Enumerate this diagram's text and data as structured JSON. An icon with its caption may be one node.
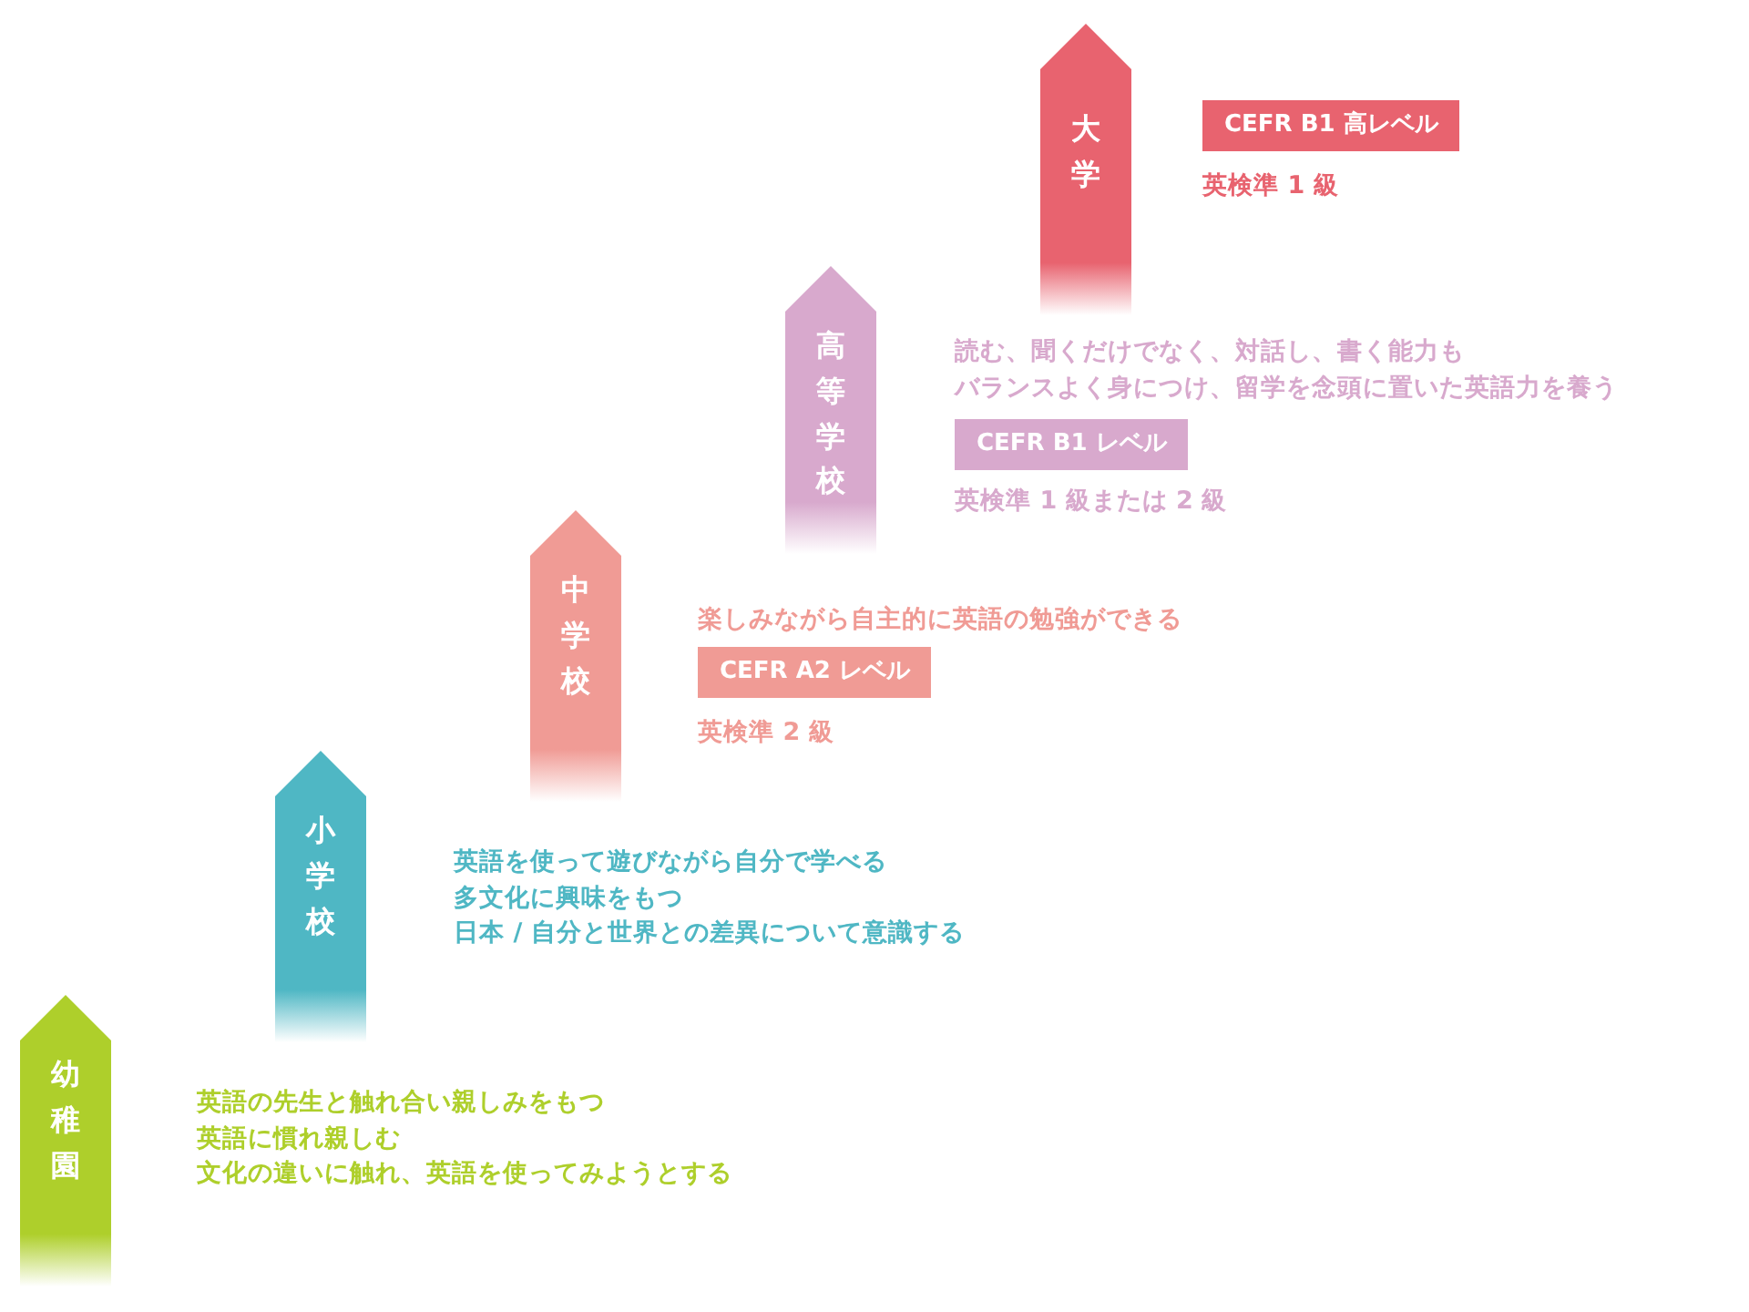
{
  "diagram": {
    "nodes": [
      {
        "text": [
          "大学"
        ]
      },
      {
        "text": [
          "CEFR B1 高レベル"
        ],
        "beside": [
          "英検準 1 級"
        ]
      },
      {
        "text": [
          "高等学校"
        ]
      },
      {
        "text": [
          "CEFR B1 レベル"
        ],
        "beside": [
          "英検準 1 級または 2 級"
        ]
      },
      {
        "text": [
          "中学校"
        ]
      },
      {
        "text": [
          "CEFR A2 レベル"
        ],
        "beside": [
          "英検準 2 級"
        ]
      },
      {
        "text": [
          "小学校"
        ],
        "beside": [
          "英語を使って遊びながら自分で学べる",
          "多文化に興味をもつ",
          "日本 / 自分と世界との差異について意識する"
        ]
      },
      {
        "text": [
          "幼稚園"
        ],
        "beside": [
          "英語の先生と触れ合い親しみをもつ",
          "英語に慣れ親しむ",
          "文化の違いに触れ、英語を使ってみようとする"
        ]
      }
    ],
    "edges": [],
    "labels": [
      "読む、聞くだけでなく、対話し、書く能力もバランスよく身につけ、留学を念頭に置いた英語力を養う",
      "楽しみながら自主的に英語の勉強ができる"
    ]
  }
}
